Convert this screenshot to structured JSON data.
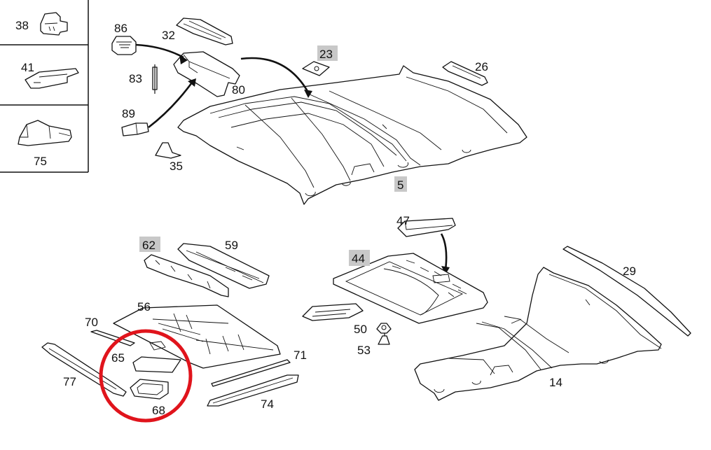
{
  "legend_boxes": [
    {
      "id": "38",
      "label": "38"
    },
    {
      "id": "41",
      "label": "41"
    },
    {
      "id": "75",
      "label": "75"
    }
  ],
  "callouts": [
    {
      "id": "86",
      "label": "86",
      "highlighted": false
    },
    {
      "id": "32",
      "label": "32",
      "highlighted": false
    },
    {
      "id": "83",
      "label": "83",
      "highlighted": false
    },
    {
      "id": "80",
      "label": "80",
      "highlighted": false
    },
    {
      "id": "89",
      "label": "89",
      "highlighted": false
    },
    {
      "id": "35",
      "label": "35",
      "highlighted": false
    },
    {
      "id": "23",
      "label": "23",
      "highlighted": true
    },
    {
      "id": "26",
      "label": "26",
      "highlighted": false
    },
    {
      "id": "5",
      "label": "5",
      "highlighted": true
    },
    {
      "id": "62",
      "label": "62",
      "highlighted": true
    },
    {
      "id": "59",
      "label": "59",
      "highlighted": false
    },
    {
      "id": "47",
      "label": "47",
      "highlighted": false
    },
    {
      "id": "44",
      "label": "44",
      "highlighted": true
    },
    {
      "id": "29",
      "label": "29",
      "highlighted": false
    },
    {
      "id": "56",
      "label": "56",
      "highlighted": false
    },
    {
      "id": "70",
      "label": "70",
      "highlighted": false
    },
    {
      "id": "65",
      "label": "65",
      "highlighted": false
    },
    {
      "id": "77",
      "label": "77",
      "highlighted": false
    },
    {
      "id": "68",
      "label": "68",
      "highlighted": false
    },
    {
      "id": "71",
      "label": "71",
      "highlighted": false
    },
    {
      "id": "74",
      "label": "74",
      "highlighted": false
    },
    {
      "id": "50",
      "label": "50",
      "highlighted": false
    },
    {
      "id": "53",
      "label": "53",
      "highlighted": false
    },
    {
      "id": "14",
      "label": "14",
      "highlighted": false
    }
  ],
  "colors": {
    "highlight_box": "#c8c8c8",
    "marker_circle": "#e0141c",
    "line": "#111111"
  }
}
